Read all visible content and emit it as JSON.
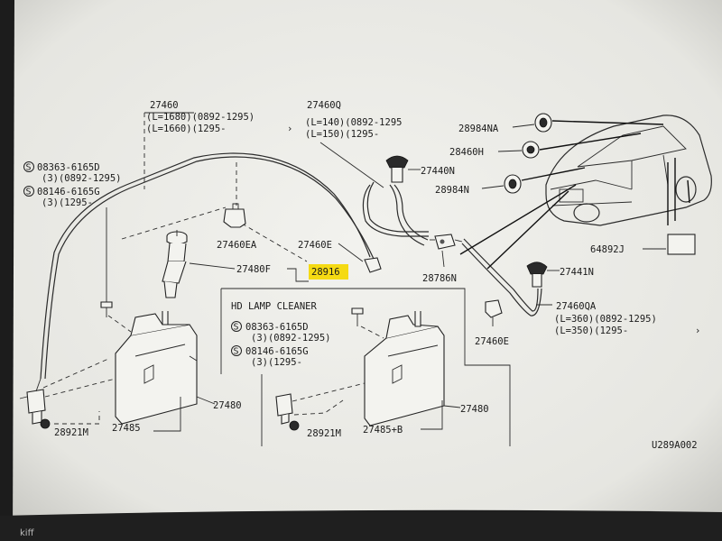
{
  "colors": {
    "paper": "#f0f0ec",
    "ink": "#1a1a1a",
    "highlight": "#f5d800",
    "bezel": "#1c1c1c"
  },
  "diagram": {
    "hose_main": {
      "part": "27460",
      "len1": "(L=1680)(0892-1295)",
      "len2": "(L=1660)(1295-"
    },
    "hose_q": {
      "part": "27460Q",
      "len1": "(L=140)(0892-1295",
      "len2": "(L=150)(1295-"
    },
    "screw_left": {
      "part": "08363-6165D",
      "note": "(3)(0892-1295)"
    },
    "bolt_left": {
      "part": "08146-6165G",
      "note": "(3)(1295-"
    },
    "clip_ea": "27460EA",
    "hose_e_top": "27460E",
    "cap_f": "27480F",
    "cap_highlight": "28916",
    "nozzle_n": "27440N",
    "valve_n": "28786N",
    "grommet_na": "28984NA",
    "grommet_h": "28460H",
    "grommet_n": "28984N",
    "label_j": "64892J",
    "nozzle_41": "27441N",
    "hose_qa": {
      "part": "27460QA",
      "len1": "(L=360)(0892-1295)",
      "len2": "(L=350)(1295-"
    },
    "hose_e_bottom": "27460E",
    "tank_left": "27480",
    "pump_m_left": "28921M",
    "bracket_left": "27485",
    "hd": {
      "title": "HD LAMP CLEANER",
      "screw": {
        "part": "08363-6165D",
        "note": "(3)(0892-1295)"
      },
      "bolt": {
        "part": "08146-6165G",
        "note": "(3)(1295-"
      },
      "tank": "27480",
      "pump_m": "28921M",
      "bracket": "27485+B"
    },
    "figure_code": "U289A002",
    "corner_text": "kiff"
  }
}
